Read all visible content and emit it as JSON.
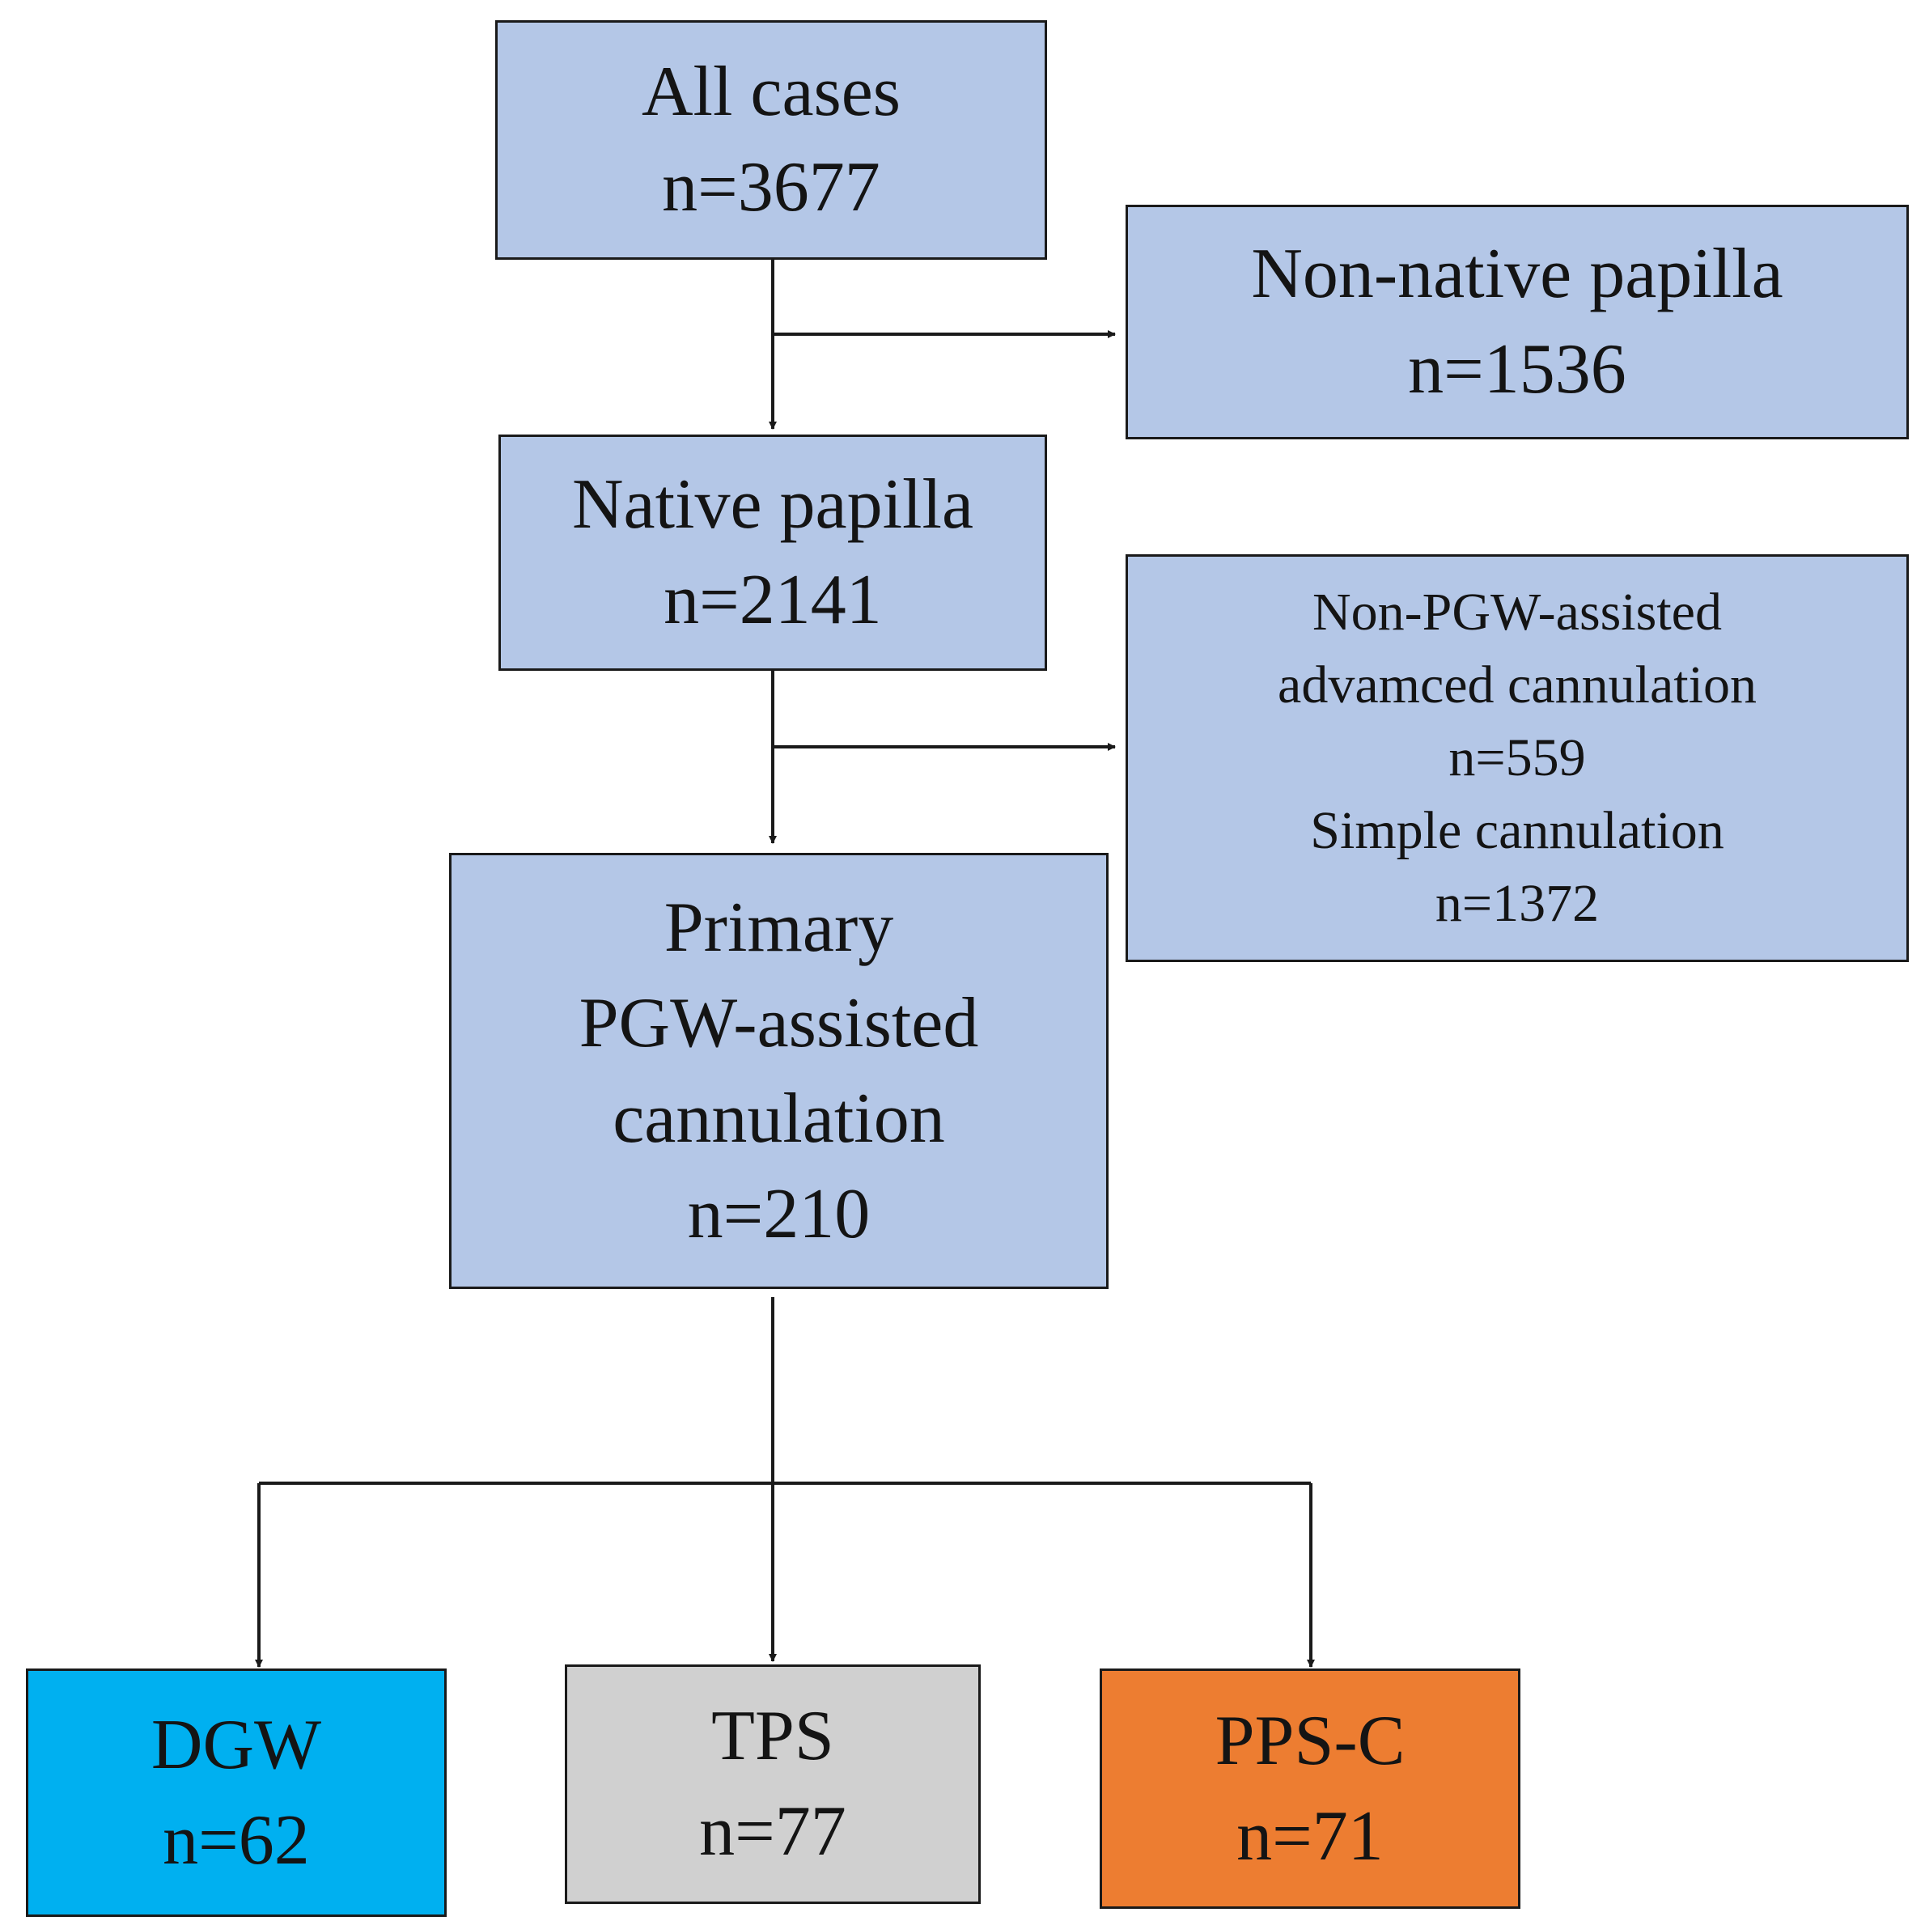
{
  "colors": {
    "box_fill": "#b4c7e7",
    "dgw_fill": "#00b0f0",
    "tps_fill": "#d0d0d0",
    "ppsc_fill": "#ed7d31",
    "line": "#1a1a1a"
  },
  "nodes": {
    "all_cases": {
      "title": "All cases",
      "count": "n=3677"
    },
    "non_native": {
      "title": "Non-native papilla",
      "count": "n=1536"
    },
    "native": {
      "title": "Native papilla",
      "count": "n=2141"
    },
    "excluded": {
      "line1": "Non-PGW-assisted",
      "line2": "advamced cannulation",
      "count1": "n=559",
      "line3": "Simple cannulation",
      "count2": "n=1372"
    },
    "primary": {
      "line1": "Primary",
      "line2": "PGW-assisted",
      "line3": "cannulation",
      "count": "n=210"
    },
    "dgw": {
      "title": "DGW",
      "count": "n=62"
    },
    "tps": {
      "title": "TPS",
      "count": "n=77"
    },
    "ppsc": {
      "title": "PPS-C",
      "count": "n=71"
    }
  }
}
